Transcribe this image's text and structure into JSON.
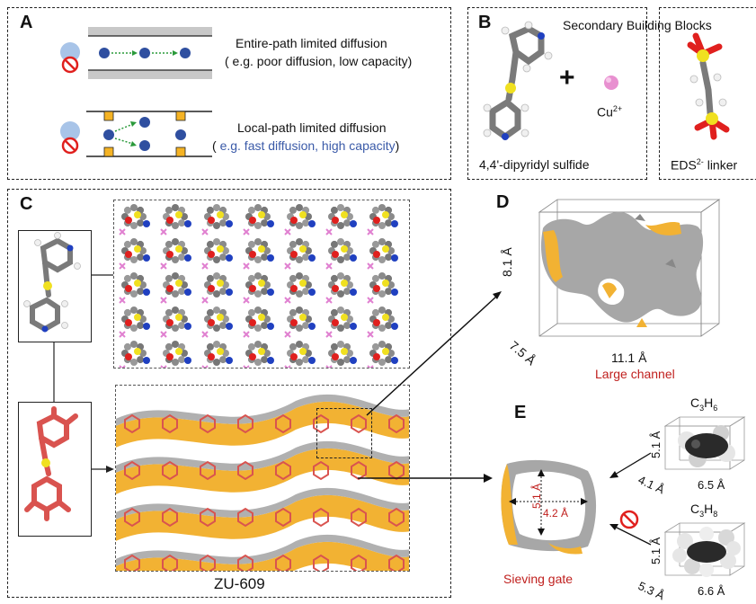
{
  "panel_a": {
    "label": "A",
    "row1_title": "Entire-path limited diffusion",
    "row1_note": "( e.g. poor diffusion, low capacity)",
    "row2_title": "Local-path limited diffusion",
    "row2_note_open": "( ",
    "row2_note_colored": "e.g. fast diffusion, high capacity",
    "row2_note_close": ")"
  },
  "panel_b": {
    "label": "B",
    "title": "Secondary Building Blocks",
    "plus": "+",
    "cu_label": "Cu",
    "cu_sup": "2+",
    "ligand_label": "4,4'-dipyridyl sulfide",
    "linker_label": "EDS",
    "linker_sup": "2-",
    "linker_suffix": " linker"
  },
  "panel_c": {
    "label": "C",
    "framework_label": "ZU-609"
  },
  "panel_d": {
    "label": "D",
    "dim_height": "8.1 Å",
    "dim_depth": "7.5 Å",
    "dim_width": "11.1 Å",
    "caption": "Large channel"
  },
  "panel_e": {
    "label": "E",
    "gate_h": "5.1 Å",
    "gate_w": "4.2 Å",
    "caption": "Sieving gate",
    "propylene": {
      "name": "C",
      "sub1": "3",
      "mid": "H",
      "sub2": "6",
      "dim_h": "5.1 Å",
      "dim_d": "4.1 Å",
      "dim_w": "6.5 Å"
    },
    "propane": {
      "name": "C",
      "sub1": "3",
      "mid": "H",
      "sub2": "8",
      "dim_h": "5.1 Å",
      "dim_d": "5.3 Å",
      "dim_w": "6.6 Å"
    }
  },
  "colors": {
    "channel": "#f2b233",
    "surface": "#a9a9a9",
    "carbon_red": "#d9534f",
    "accent_red": "#c0201e",
    "blue": "#3a5aa8"
  }
}
